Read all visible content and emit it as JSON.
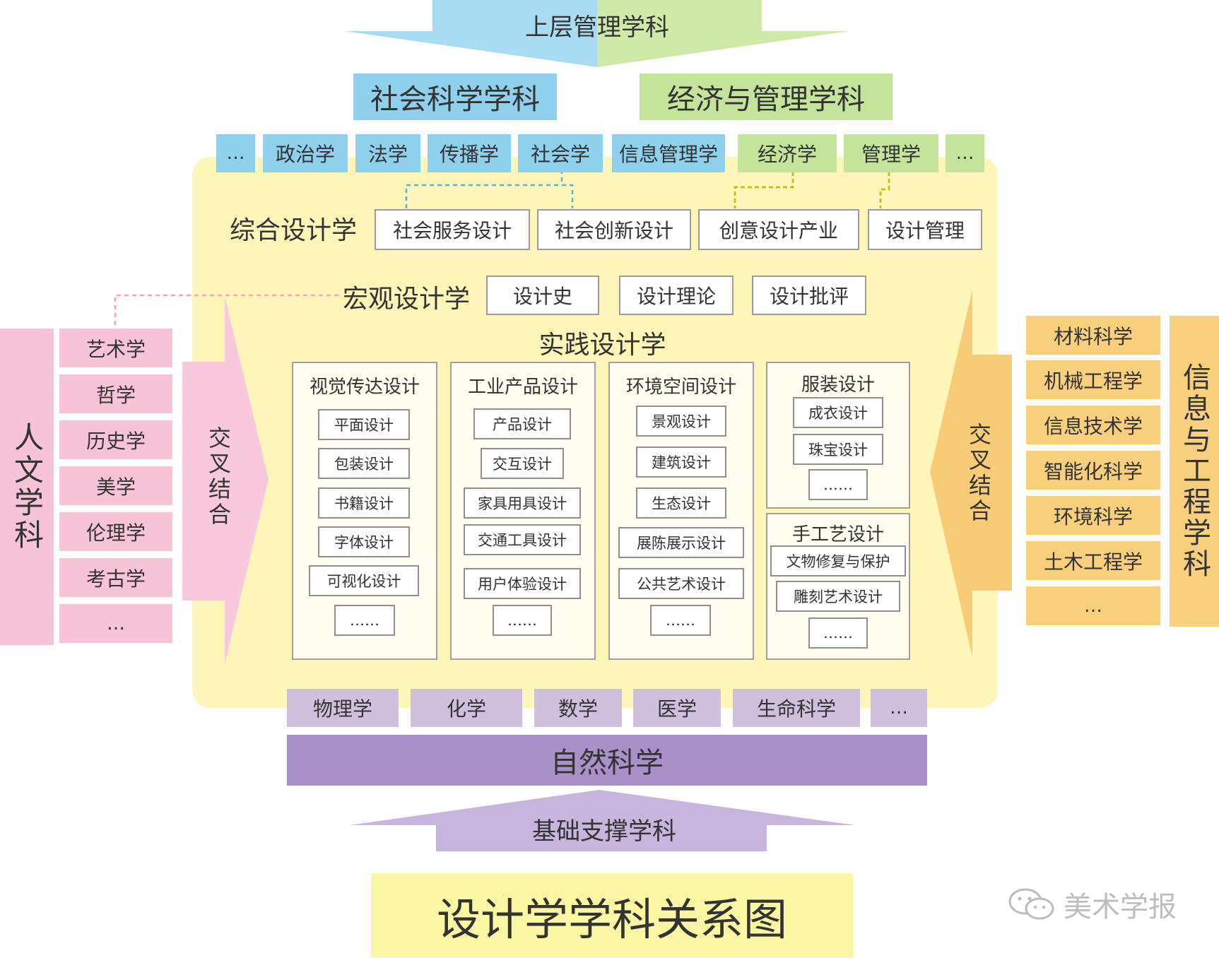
{
  "top": {
    "title": "上层管理学科",
    "social_science": "社会科学学科",
    "econ_management": "经济与管理学科",
    "subjects": [
      "…",
      "政治学",
      "法学",
      "传播学",
      "社会学",
      "信息管理学",
      "经济学",
      "管理学",
      "…"
    ]
  },
  "integrated": {
    "label": "综合设计学",
    "items": [
      "社会服务设计",
      "社会创新设计",
      "创意设计产业",
      "设计管理"
    ]
  },
  "macro": {
    "label": "宏观设计学",
    "items": [
      "设计史",
      "设计理论",
      "设计批评"
    ]
  },
  "practice": {
    "label": "实践设计学",
    "columns": [
      {
        "title": "视觉传达设计",
        "items": [
          "平面设计",
          "包装设计",
          "书籍设计",
          "字体设计",
          "可视化设计",
          "……"
        ]
      },
      {
        "title": "工业产品设计",
        "items": [
          "产品设计",
          "交互设计",
          "家具用具设计",
          "交通工具设计",
          "用户体验设计",
          "……"
        ]
      },
      {
        "title": "环境空间设计",
        "items": [
          "景观设计",
          "建筑设计",
          "生态设计",
          "展陈展示设计",
          "公共艺术设计",
          "……"
        ]
      },
      {
        "title": "服装设计",
        "items": [
          "成衣设计",
          "珠宝设计",
          "……"
        ]
      },
      {
        "title": "手工艺设计",
        "items": [
          "文物修复与保护",
          "雕刻艺术设计",
          "……"
        ]
      }
    ]
  },
  "left": {
    "category": "人文学科",
    "cross": "交叉结合",
    "items": [
      "艺术学",
      "哲学",
      "历史学",
      "美学",
      "伦理学",
      "考古学",
      "…"
    ]
  },
  "right": {
    "category": "信息与工程学科",
    "cross": "交叉结合",
    "items": [
      "材料科学",
      "机械工程学",
      "信息技术学",
      "智能化科学",
      "环境科学",
      "土木工程学",
      "…"
    ]
  },
  "bottom": {
    "subjects": [
      "物理学",
      "化学",
      "数学",
      "医学",
      "生命科学",
      "…"
    ],
    "natural_science": "自然科学",
    "support": "基础支撑学科"
  },
  "footer": {
    "title": "设计学学科关系图",
    "watermark": "美术学报"
  },
  "colors": {
    "social": "#8fd0ec",
    "economic": "#c4e49b",
    "humanities": "#f6c4d6",
    "engineering": "#f8cf7d",
    "natural": "#aa90c8",
    "core_bg": "#fdf6b8"
  }
}
